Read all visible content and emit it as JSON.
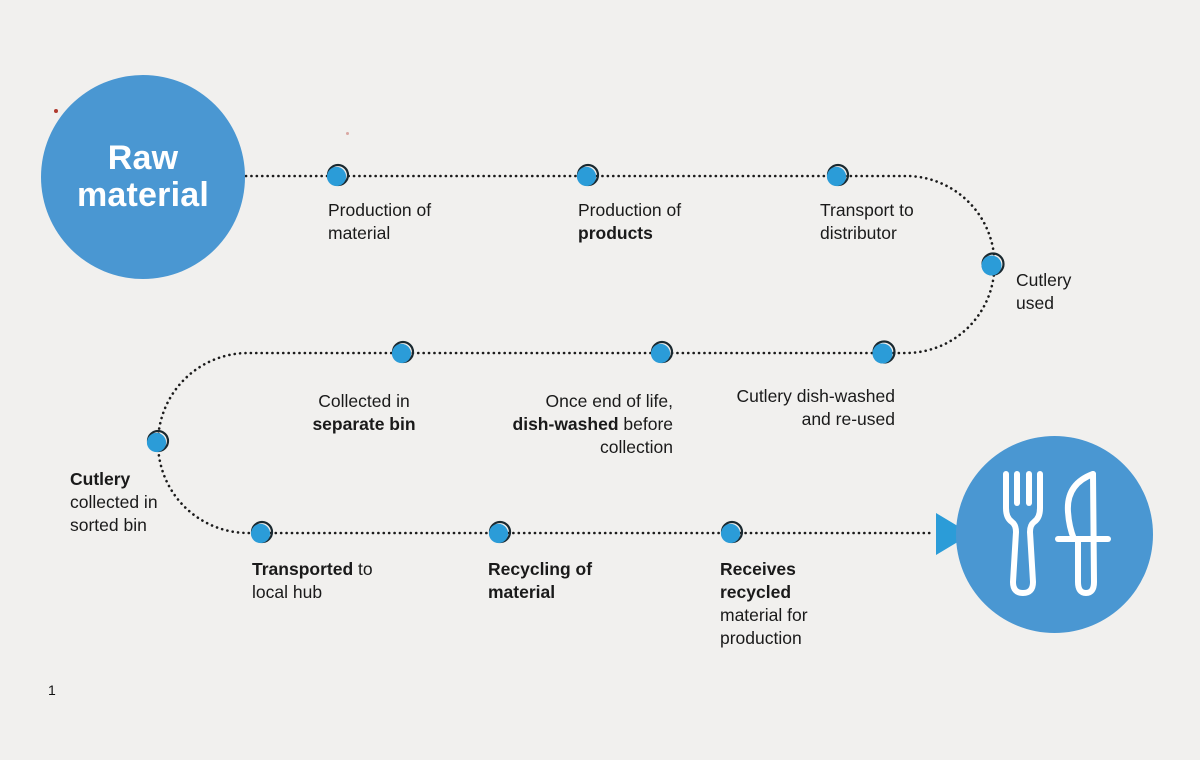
{
  "page": {
    "page_number": "1",
    "background": "#f1f0ee"
  },
  "colors": {
    "node_blue": "#4a97d2",
    "dot_blue": "#2b9cd8",
    "dot_ring": "#1a2930",
    "path_dots": "#1b1b1b",
    "text": "#1a1a1a",
    "icon_white": "#ffffff",
    "arrow_blue": "#2b9cd8"
  },
  "start_node": {
    "lines": [
      [
        {
          "t": "Raw",
          "b": 1
        }
      ],
      [
        {
          "t": "material",
          "b": 1
        }
      ]
    ]
  },
  "end_node": {
    "icon": "fork-knife-icon"
  },
  "milestones": [
    {
      "id": "production-of-material",
      "lines": [
        [
          {
            "t": "Production of",
            "b": 0
          }
        ],
        [
          {
            "t": "material",
            "b": 0
          }
        ]
      ]
    },
    {
      "id": "production-of-products",
      "lines": [
        [
          {
            "t": "Production of",
            "b": 0
          }
        ],
        [
          {
            "t": "products",
            "b": 1
          }
        ]
      ]
    },
    {
      "id": "transport-to-distributor",
      "lines": [
        [
          {
            "t": "Transport to",
            "b": 0
          }
        ],
        [
          {
            "t": "distributor",
            "b": 0
          }
        ]
      ]
    },
    {
      "id": "cutlery-used",
      "lines": [
        [
          {
            "t": "Cutlery",
            "b": 0
          }
        ],
        [
          {
            "t": "used",
            "b": 0
          }
        ]
      ]
    },
    {
      "id": "cutlery-dishwashed-reused",
      "lines": [
        [
          {
            "t": "Cutlery dish-washed",
            "b": 0
          }
        ],
        [
          {
            "t": "and re-used",
            "b": 0
          }
        ]
      ]
    },
    {
      "id": "once-end-of-life",
      "lines": [
        [
          {
            "t": "Once end of life,",
            "b": 0
          }
        ],
        [
          {
            "t": "dish-washed",
            "b": 1
          },
          {
            "t": " before",
            "b": 0
          }
        ],
        [
          {
            "t": "collection",
            "b": 0
          }
        ]
      ]
    },
    {
      "id": "collected-in-separate-bin",
      "lines": [
        [
          {
            "t": "Collected in",
            "b": 0
          }
        ],
        [
          {
            "t": "separate bin",
            "b": 1
          }
        ]
      ]
    },
    {
      "id": "cutlery-collected-sorted-bin",
      "lines": [
        [
          {
            "t": "Cutlery",
            "b": 1
          }
        ],
        [
          {
            "t": "collected in",
            "b": 0
          }
        ],
        [
          {
            "t": "sorted bin",
            "b": 0
          }
        ]
      ]
    },
    {
      "id": "transported-to-local-hub",
      "lines": [
        [
          {
            "t": "Transported",
            "b": 1
          },
          {
            "t": " to",
            "b": 0
          }
        ],
        [
          {
            "t": "local hub",
            "b": 0
          }
        ]
      ]
    },
    {
      "id": "recycling-of-material",
      "lines": [
        [
          {
            "t": "Recycling of",
            "b": 1
          }
        ],
        [
          {
            "t": "material",
            "b": 1
          }
        ]
      ]
    },
    {
      "id": "receives-recycled",
      "lines": [
        [
          {
            "t": "Receives",
            "b": 1
          }
        ],
        [
          {
            "t": "recycled",
            "b": 1
          }
        ],
        [
          {
            "t": "material for",
            "b": 0
          }
        ],
        [
          {
            "t": "production",
            "b": 0
          }
        ]
      ]
    }
  ]
}
